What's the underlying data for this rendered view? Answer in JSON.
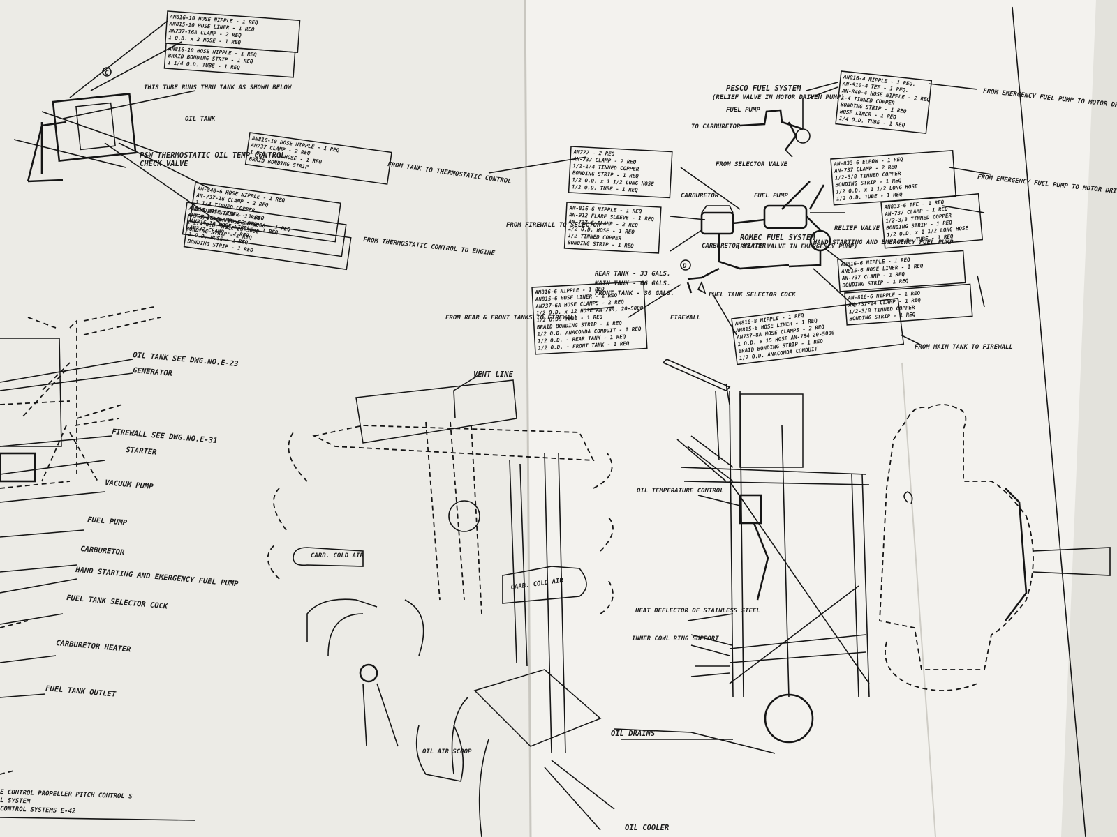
{
  "fuel_system": {
    "pesco_title": "PESCO FUEL SYSTEM",
    "pesco_note": "(RELIEF VALVE IN MOTOR DRIVEN PUMP)",
    "fuel_pump": "FUEL PUMP",
    "to_carburetor": "TO CARBURETOR",
    "carburetor": "CARBURETOR",
    "fuel_pump_2": "FUEL PUMP",
    "relief_valve": "RELIEF VALVE",
    "romec_title": "ROMEC FUEL SYSTEM",
    "romec_note": "(RELIEF VALVE IN EMERGENCY PUMP)",
    "hand_starting": "HAND STARTING AND EMERGENCY FUEL PUMP",
    "carburetor_heater": "CARBURETOR HEATER",
    "rear_tank": "REAR TANK - 33 GALS.",
    "main_tank": "MAIN TANK - 66 GALS.",
    "front_tank": "FRONT TANK - 30 GALS.",
    "selector_cock": "FUEL TANK SELECTOR COCK",
    "firewall": "FIREWALL",
    "from_selector_valve": "FROM SELECTOR VALVE",
    "from_emergency_pump": "FROM EMERGENCY FUEL PUMP TO MOTOR DRIVEN FUEL PUMP",
    "from_firewall": "FROM FIREWALL TO SELECTOR",
    "from_rear_front": "FROM REAR & FRONT TANKS TO FIREWALL",
    "from_main_tank": "FROM MAIN TANK TO FIREWALL",
    "circle_d": "D"
  },
  "oil_system": {
    "oil_tank": "OIL TANK",
    "tube_note": "THIS TUBE RUNS THRU TANK AS SHOWN BELOW",
    "thermostatic": "P&W THERMOSTATIC OIL TEMP CONTROL",
    "check_valve": "CHECK VALVE",
    "from_thermostatic": "FROM THERMOSTATIC CONTROL TO ENGINE",
    "from_tank": "FROM TANK TO THERMOSTATIC CONTROL",
    "circle_c": "C"
  },
  "left_callouts": [
    "OIL TANK SEE DWG.NO.E-23",
    "GENERATOR",
    "FIREWALL SEE DWG.NO.E-31",
    "STARTER",
    "VACUUM PUMP",
    "FUEL PUMP",
    "CARBURETOR",
    "HAND STARTING AND EMERGENCY FUEL PUMP",
    "FUEL TANK SELECTOR COCK",
    "CARBURETOR HEATER",
    "FUEL TANK OUTLET"
  ],
  "engine_callouts": {
    "vent_line": "VENT LINE",
    "carb_cold_air_1": "CARB. COLD AIR",
    "carb_cold_air_2": "CARB. COLD AIR",
    "oil_air_scoop": "OIL AIR SCOOP",
    "oil_temp_control": "OIL TEMPERATURE CONTROL",
    "heat_deflector": "HEAT DEFLECTOR OF STAINLESS STEEL",
    "inner_cowl_ring": "INNER COWL RING SUPPORT",
    "oil_drains": "OIL DRAINS",
    "oil_cooler": "OIL COOLER"
  },
  "footer_notes": [
    "E CONTROL PROPELLER PITCH CONTROL S",
    "L SYSTEM",
    "CONTROL SYSTEMS E-42"
  ],
  "parts_blocks": {
    "block_pesco": [
      "AN816-4 NIPPLE - 1 REQ.",
      "AN-910-4 TEE - 1 REQ.",
      "AN-840-4 HOSE NIPPLE - 2 REQ",
      "1-4 TINNED COPPER",
      "BONDING STRIP - 1 REQ",
      "HOSE LINER - 1 REQ",
      "1/4 O.D. TUBE - 1 REQ"
    ],
    "block_selector": [
      "AN777 - 2 REQ",
      "AN-737 CLAMP - 2 REQ",
      "1/2-1/4 TINNED COPPER",
      "BONDING STRIP - 1 REQ",
      "1/2 O.D. x 1 1/2 LONG HOSE",
      "1/2 O.D. TUBE - 1 REQ"
    ],
    "block_carb": [
      "AN-816-6 NIPPLE - 1 REQ",
      "AN-912 FLARE SLEEVE - 1 REQ",
      "AN-737-6 CLAMP - 2 REQ",
      "1/2 O.D. HOSE - 1 REQ",
      "1/2 TINNED COPPER",
      "BONDING STRIP - 1 REQ"
    ],
    "block_emerg": [
      "AN-833-6 ELBOW - 1 REQ",
      "AN-737 CLAMP - 2 REQ",
      "1/2-3/8 TINNED COPPER",
      "BONDING STRIP - 1 REQ",
      "1/2 O.D. x 1 1/2 LONG HOSE",
      "1/2 O.D. TUBE - 1 REQ"
    ],
    "block_relief": [
      "AN833-6 TEE - 1 REQ",
      "AN-737 CLAMP - 1 REQ",
      "1/2-3/8 TINNED COPPER",
      "BONDING STRIP - 1 REQ",
      "1/2 O.D. x 1 1/2 LONG HOSE",
      "1/2 O.D. TUBE - 1 REQ"
    ],
    "block_fw1": [
      "AN816-6 NIPPLE - 1 REQ",
      "AN815-6 HOSE LINER - 1 REQ",
      "AN-737 CLAMP - 1 REQ",
      "BONDING STRIP - 1 REQ"
    ],
    "block_fw2": [
      "AN-816-6 NIPPLE - 1 REQ",
      "AN-737-14 CLAMP - 1 REQ",
      "1/2-3/8 TINNED COPPER",
      "BONDING STRIP - 1 REQ"
    ],
    "block_tanks": [
      "AN816-6 NIPPLE - 1 REQ",
      "AN815-6 HOSE LINER - 1 REQ",
      "AN737-6A HOSE CLAMPS - 2 REQ",
      "1/2 O.D. x 12 HOSE AN-784, 20-5000",
      "1/2 O.D. TUBE - 1 REQ",
      "BRAID BONDING STRIP - 1 REQ",
      "1/2 O.D. ANACONDA CONDUIT - 1 REQ",
      "1/2 O.D. - REAR TANK - 1 REQ",
      "1/2 O.D. - FRONT TANK - 1 REQ"
    ],
    "block_maintank": [
      "AN816-8 NIPPLE - 1 REQ",
      "AN815-8 HOSE LINER - 1 REQ",
      "AN737-8A HOSE CLAMPS - 2 REQ",
      "1 O.D. x 15 HOSE AN-784 20-5000",
      "BRAID BONDING STRIP - 1 REQ",
      "1/2 O.D. ANACONDA CONDUIT"
    ],
    "block_oil1": [
      "AN816-10 HOSE NIPPLE - 1 REQ",
      "AN737 CLAMP - 2 REQ",
      "1 O.D. x 3 HOSE - 1 REQ",
      "BRAID BONDING STRIP"
    ],
    "block_oil2": [
      "AN-840-6 HOSE NIPPLE - 1 REQ",
      "AN-737-16 CLAMP - 2 REQ",
      "1 1/4 TINNED COPPER",
      "BONDING STRIP - 1 REQ",
      "1 1/4 O.D. HOSE 20-5000 - 1 REQ"
    ],
    "block_oil3": [
      "AN816-10 HOSE NIPPLE - 1 REQ",
      "AN737 CLAMP - 2 REQ",
      "1 O.D. HOSE - 1 REQ",
      "BONDING STRIP - 1 REQ"
    ],
    "block_oil4": [
      "AN816 HOSE LINER - 1 REQ",
      "AN737-16 CLAMP - 2 REQ",
      "1 1/4 O.D. HOSE 20-5000",
      "BONDING STRIP - 1 REQ"
    ],
    "block_top1": [
      "AN816-10 HOSE NIPPLE - 1 REQ",
      "AN815-10 HOSE LINER - 1 REQ",
      "AN737-16A CLAMP - 2 REQ",
      "1 O.D. x 3 HOSE - 1 REQ"
    ],
    "block_top2": [
      "AN816-10 HOSE NIPPLE - 1 REQ",
      "BRAID BONDING STRIP - 1 REQ",
      "1 1/4 O.D. TUBE - 1 REQ"
    ]
  }
}
